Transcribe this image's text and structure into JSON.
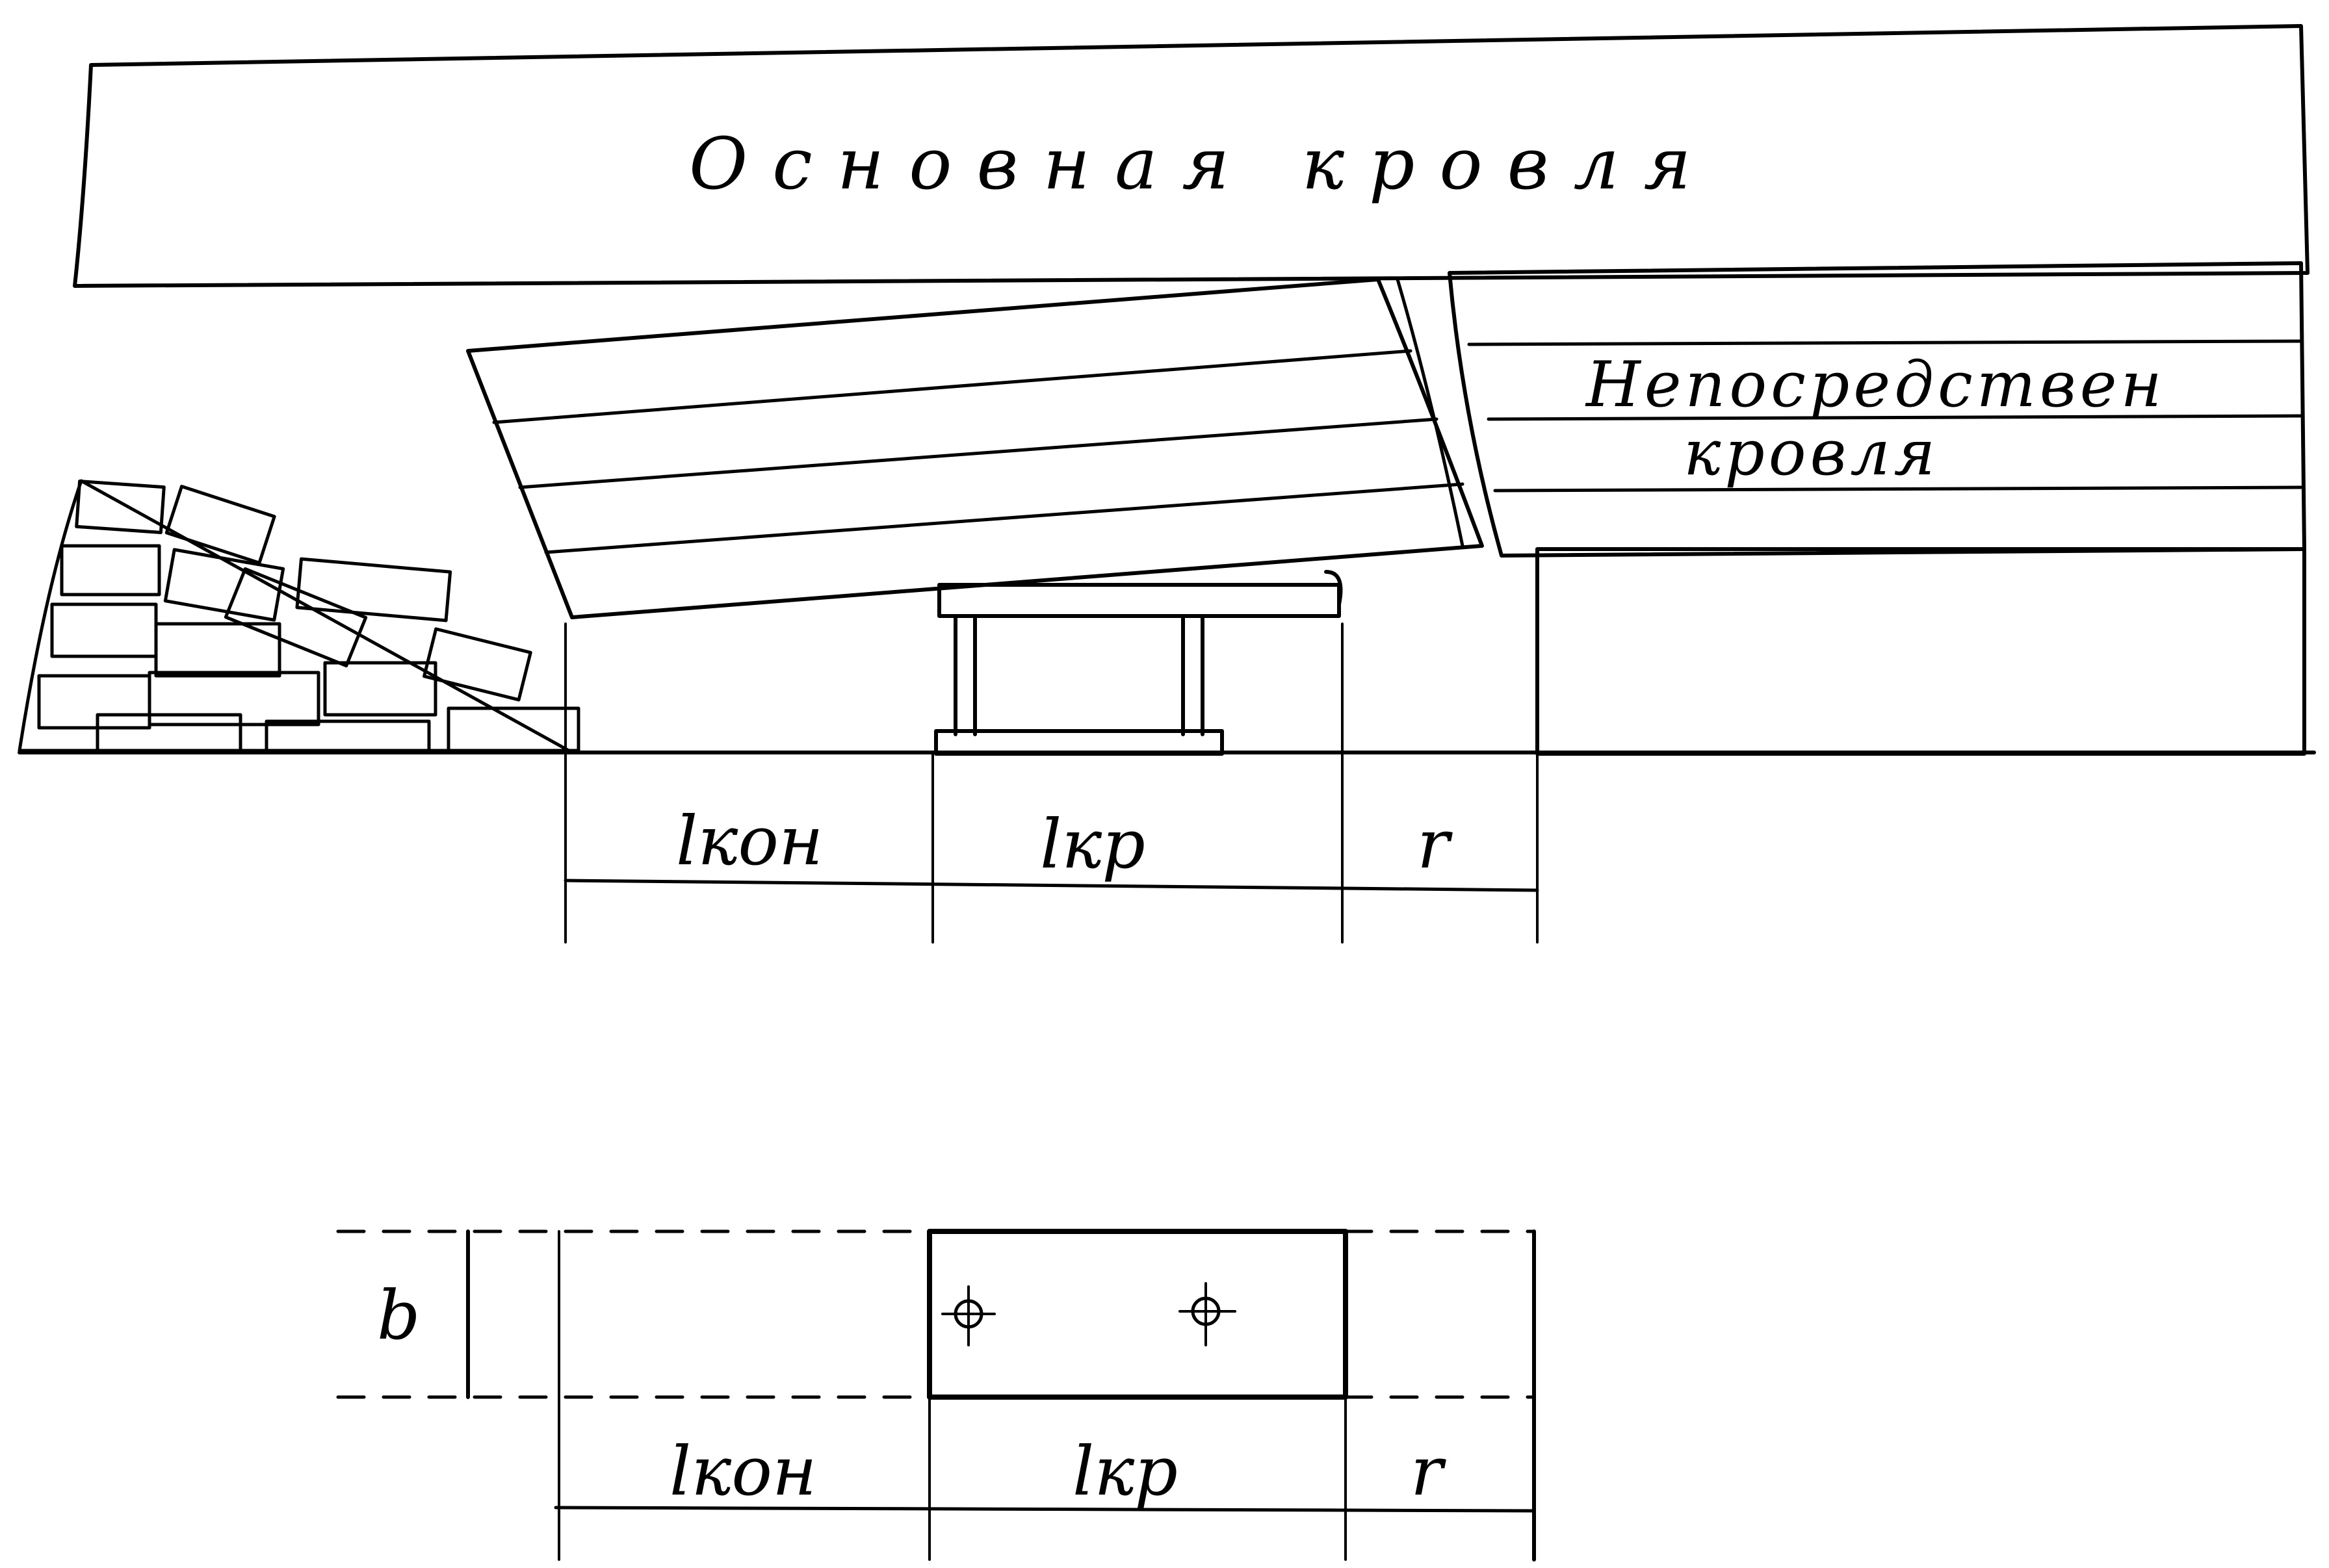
{
  "labels": {
    "main_roof": "Основная кровля",
    "immediate_roof_line1": "Непосредствен",
    "immediate_roof_line2": "кровля"
  },
  "dimensions": {
    "side_view": {
      "l_kon": "lкон",
      "l_kr": "lкр",
      "r": "r"
    },
    "plan_view": {
      "b": "b",
      "l_kon": "lкон",
      "l_kr": "lкр",
      "r": "r"
    }
  },
  "colors": {
    "ink": "#000000",
    "paper": "#ffffff"
  }
}
